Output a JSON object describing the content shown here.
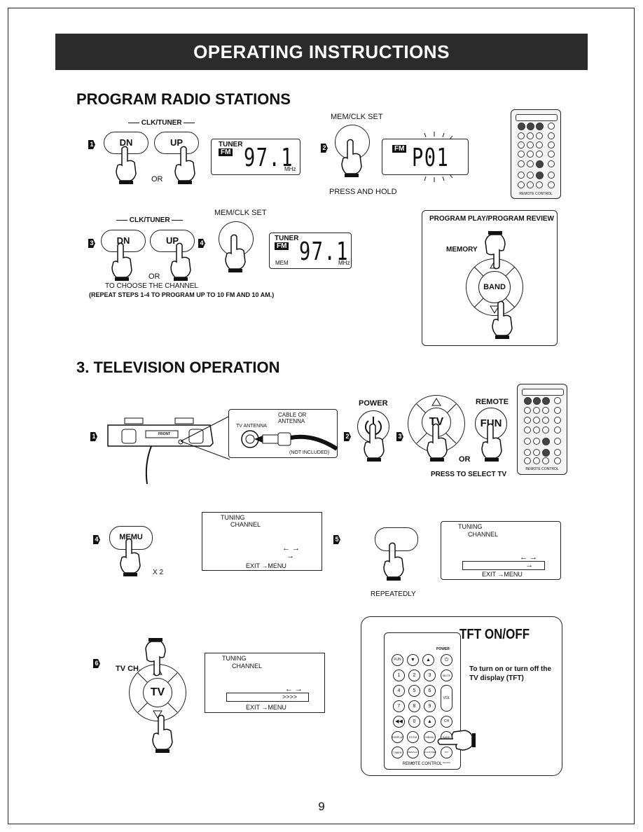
{
  "header": {
    "title": "OPERATING INSTRUCTIONS"
  },
  "radio": {
    "title": "PROGRAM RADIO STATIONS",
    "clk_tuner": "CLK/TUNER",
    "dn": "DN",
    "up": "UP",
    "or": "OR",
    "mem_clk_set": "MEM/CLK SET",
    "press_and_hold": "PRESS AND HOLD",
    "tuner": "TUNER",
    "fm": "FM",
    "freq": "97.1",
    "mhz": "MHz",
    "preset": "P01",
    "mem": "MEM",
    "choose_channel": "TO CHOOSE THE CHANNEL",
    "repeat_note": "(REPEAT STEPS 1-4 TO PROGRAM UP TO 10 FM AND 10 AM.)",
    "program_review_title": "PROGRAM PLAY/PROGRAM REVIEW",
    "memory": "MEMORY",
    "band": "BAND",
    "steps": [
      "1",
      "2",
      "3",
      "4"
    ]
  },
  "tv": {
    "title": "3. TELEVISION OPERATION",
    "tv_antenna": "TV ANTENNA",
    "cable_or_antenna": "CABLE OR\nANTENNA",
    "not_included": "(NOT INCLUDED)",
    "front": "FRONT",
    "power": "POWER",
    "remote": "REMOTE",
    "tv": "TV",
    "fun": "FUN",
    "or": "OR",
    "press_to_select": "PRESS TO SELECT TV",
    "menu": "MEMU",
    "x2": "X 2",
    "repeatedly": "REPEATEDLY",
    "tuning": "TUNING",
    "channel": "CHANNEL",
    "exit_menu": "EXIT",
    "menu_word": "MENU",
    "fill_arrows": ">>>>",
    "tv_ch": "TV CH.",
    "tft_title": "TFT ON/OFF",
    "tft_desc": "To turn on or turn off the TV display (TFT)",
    "steps": [
      "1",
      "2",
      "3",
      "4",
      "5",
      "6"
    ]
  },
  "remote": {
    "caption": "REMOTE CONTROL",
    "power": "POWER",
    "keys": [
      "FUN",
      "1",
      "2",
      "3",
      "MUTE",
      "4",
      "5",
      "6",
      "VOL",
      "7",
      "8",
      "9",
      "0",
      "CH",
      "DISPLAY",
      "ST.EM",
      "MEMU",
      "BAND",
      "TIMER",
      "MEM/CLK SET",
      "CLK/TUNER",
      "TFT ON/OFF"
    ]
  },
  "page": {
    "number": "9"
  }
}
